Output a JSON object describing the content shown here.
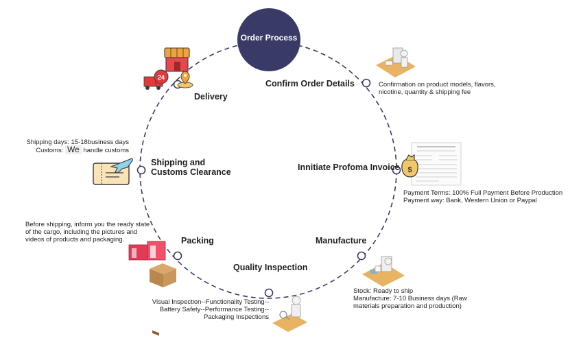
{
  "center": {
    "title": "Order Process"
  },
  "steps": {
    "confirm": {
      "title": "Confirm Order Details",
      "desc": [
        "Confirmation on product models, flavors,",
        "nicotine, quantity & shipping fee"
      ],
      "icon": "desk-worker-icon"
    },
    "invoice": {
      "title": "Innitiate Profoma Invoice",
      "desc": [
        "Payment Terms: 100% Full Payment Before Production",
        "Payment way:  Bank, Western Union or Paypal"
      ],
      "icon": "invoice-document-icon"
    },
    "manufacture": {
      "title": "Manufacture",
      "desc": [
        "Stock: Ready to ship",
        "Manufacture: 7-10 Business days (Raw",
        "materials preparation and production)"
      ],
      "icon": "factory-worker-icon"
    },
    "quality": {
      "title": "Quality Inspection",
      "desc": [
        "Visual Inspection--Functionality Testing--",
        "Battery Safety--Performance Testing--",
        "Packaging Inspections"
      ],
      "icon": "inspector-icon"
    },
    "packing": {
      "title": "Packing",
      "desc": [
        "Before shipping, inform you the ready state",
        "of the cargo, including the pictures and",
        "videos of products and packaging."
      ],
      "icon": "package-box-icon"
    },
    "shipping": {
      "title_line1": "Shipping and",
      "title_line2": "Customs Clearance",
      "desc_line1": "Shipping days: 15-18business days",
      "desc_line2_pre": "Customs: ",
      "desc_line2_we": "We",
      "desc_line2_post": " handle customs",
      "icon": "airplane-ticket-icon"
    },
    "delivery": {
      "title": "Delivery",
      "icon": "shop-delivery-truck-icon",
      "badge": "24"
    }
  },
  "colors": {
    "hub": "#3a3a66",
    "ring": "#3a3a66",
    "accent_orange": "#f0a33a",
    "accent_red": "#e03a3a"
  }
}
